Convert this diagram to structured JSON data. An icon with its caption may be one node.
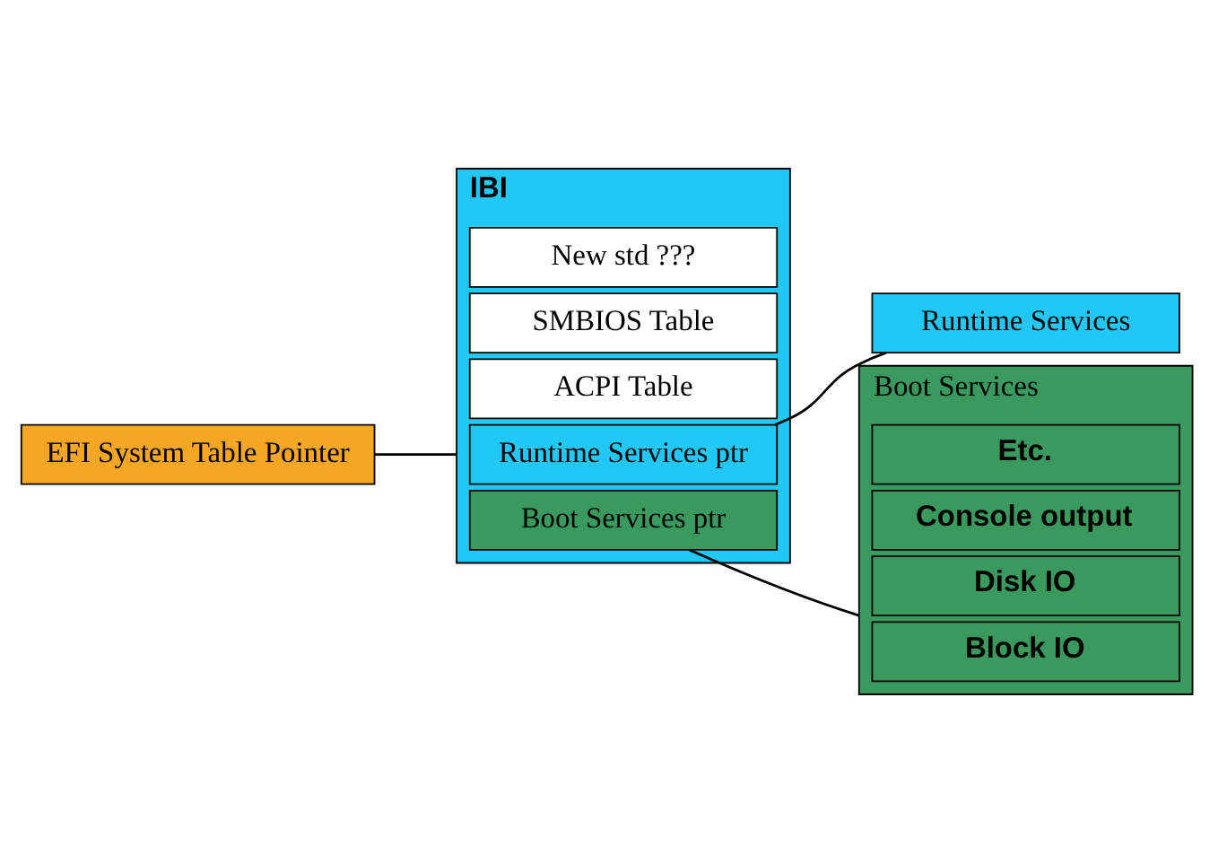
{
  "diagram": {
    "nodes": [
      {
        "text": [
          "EFI System Table Pointer"
        ]
      },
      {
        "text": [
          "IBI"
        ]
      },
      {
        "text": [
          "Runtime Services ptr"
        ],
        "in": 1
      },
      {
        "text": [
          "Boot Services ptr"
        ],
        "in": 1
      },
      {
        "text": [
          "ACPI Table"
        ],
        "in": 1
      },
      {
        "text": [
          "SMBIOS Table"
        ],
        "in": 1
      },
      {
        "text": [
          "New std ???"
        ],
        "in": 1
      },
      {
        "text": [
          "Runtime Services"
        ]
      },
      {
        "text": [
          "Boot Services"
        ]
      },
      {
        "text": [
          "Block IO"
        ],
        "in": 8
      },
      {
        "text": [
          "Disk IO"
        ],
        "in": 8
      },
      {
        "text": [
          "Console output"
        ],
        "in": 8
      },
      {
        "text": [
          "Etc."
        ],
        "in": 8
      }
    ],
    "edges": [
      {
        "from": 0,
        "to": 1,
        "arrow": "none"
      },
      {
        "from": 2,
        "to": 7,
        "arrow": "none"
      },
      {
        "from": 3,
        "to": 8,
        "arrow": "none"
      }
    ]
  }
}
